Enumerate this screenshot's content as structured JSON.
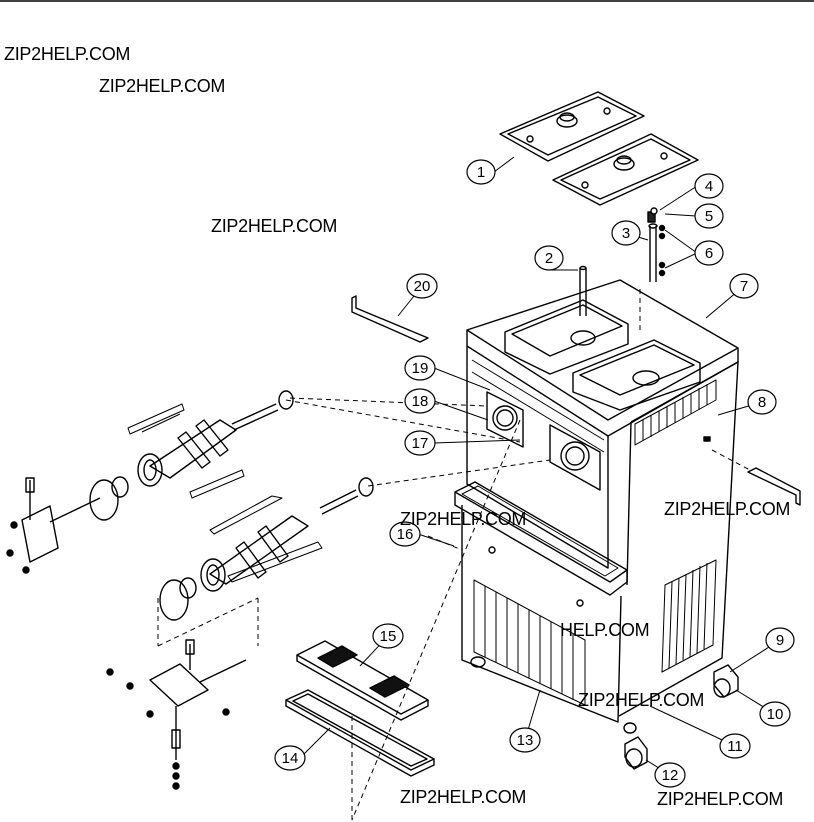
{
  "watermarks": [
    "ZIP2HELP.COM",
    "ZIP2HELP.COM",
    "ZIP2HELP.COM",
    "ZIP2HELP.COM",
    "ZIP2HELP.COM",
    "HELP.COM",
    "ZIP2HELP.COM",
    "ZIP2HELP.COM",
    "ZIP2HELP.COM"
  ],
  "callouts": [
    "1",
    "2",
    "3",
    "4",
    "5",
    "6",
    "7",
    "8",
    "9",
    "10",
    "11",
    "12",
    "13",
    "14",
    "15",
    "16",
    "17",
    "18",
    "19",
    "20"
  ]
}
